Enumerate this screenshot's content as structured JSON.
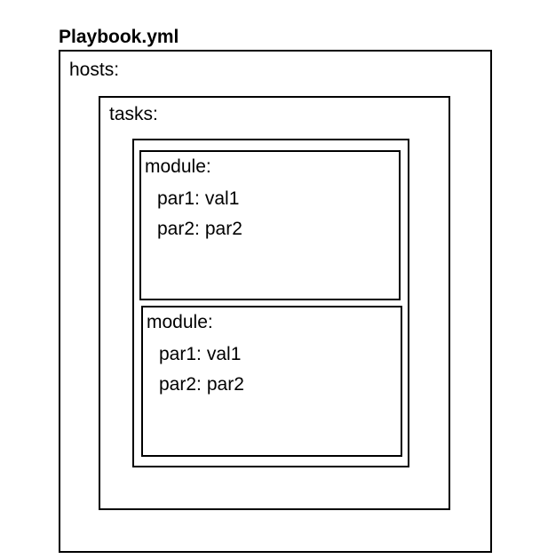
{
  "title": "Playbook.yml",
  "hosts_label": "hosts:",
  "tasks_label": "tasks:",
  "modules": [
    {
      "label": "module:",
      "params": [
        {
          "key": "par1:",
          "value": "val1"
        },
        {
          "key": "par2:",
          "value": "par2"
        }
      ]
    },
    {
      "label": "module:",
      "params": [
        {
          "key": "par1:",
          "value": "val1"
        },
        {
          "key": "par2:",
          "value": "par2"
        }
      ]
    }
  ]
}
